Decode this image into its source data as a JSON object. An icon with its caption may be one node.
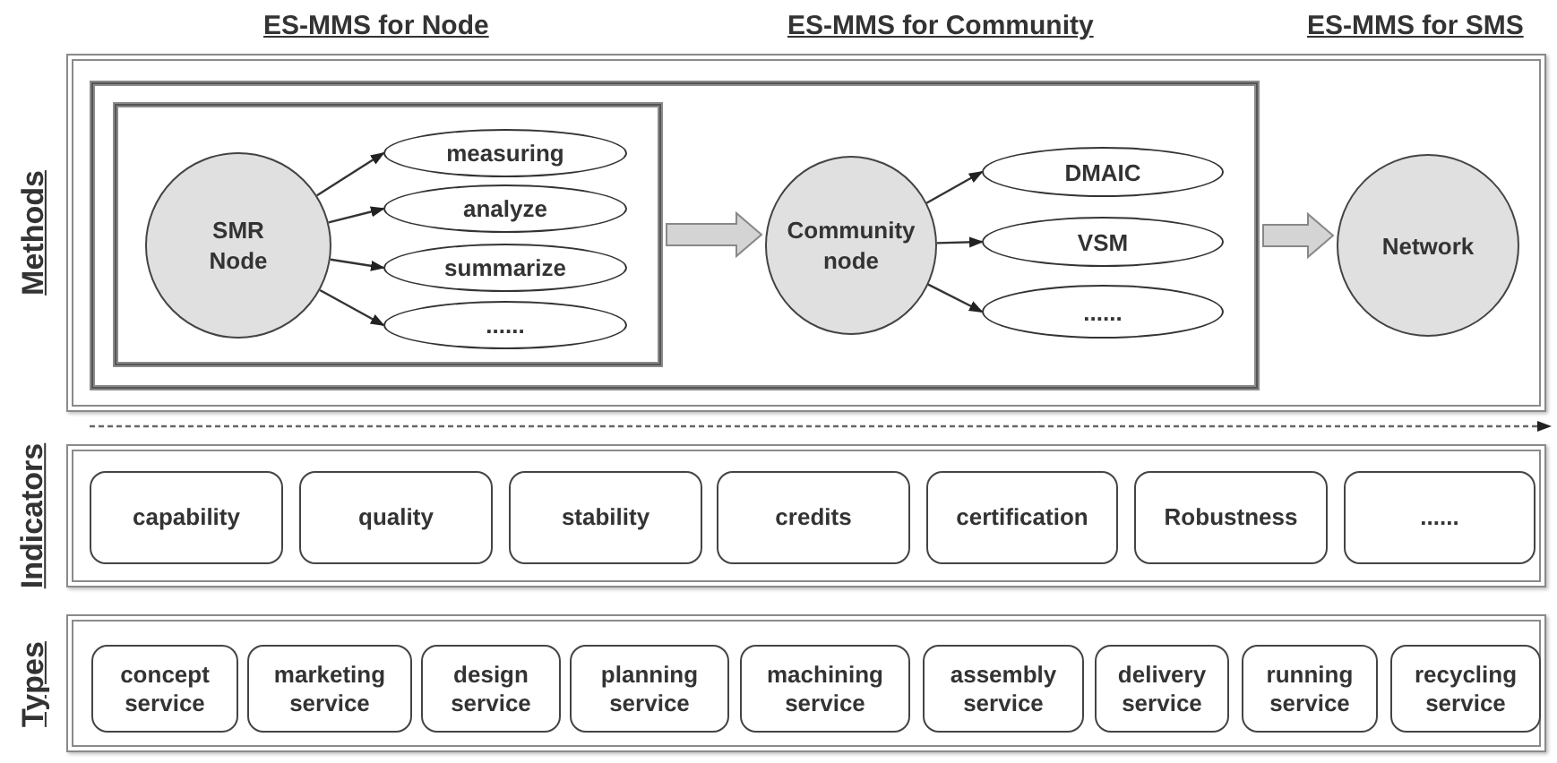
{
  "diagram": {
    "nodes": [
      {
        "text": [
          "Methods"
        ]
      },
      {
        "text": [],
        "shape": "box",
        "in": 0
      },
      {
        "text": [],
        "shape": "box",
        "in": 1
      },
      {
        "text": [
          "SMR Node"
        ],
        "in": 2
      },
      {
        "text": [
          "measuring"
        ],
        "in": 2
      },
      {
        "text": [
          "analyze"
        ],
        "in": 2
      },
      {
        "text": [
          "summarize"
        ],
        "in": 2
      },
      {
        "text": [
          "......"
        ],
        "in": 2
      },
      {
        "text": [
          "Community node"
        ],
        "in": 1
      },
      {
        "text": [
          "DMAIC"
        ],
        "in": 1
      },
      {
        "text": [
          "VSM"
        ],
        "in": 1
      },
      {
        "text": [
          "......"
        ],
        "in": 1
      },
      {
        "text": [
          "Network"
        ],
        "in": 0
      },
      {
        "text": [
          "Indicators"
        ]
      },
      {
        "text": [
          "capability"
        ],
        "in": 13
      },
      {
        "text": [
          "quality"
        ],
        "in": 13
      },
      {
        "text": [
          "stability"
        ],
        "in": 13
      },
      {
        "text": [
          "credits"
        ],
        "in": 13
      },
      {
        "text": [
          "certification"
        ],
        "in": 13
      },
      {
        "text": [
          "Robustness"
        ],
        "in": 13
      },
      {
        "text": [
          "......"
        ],
        "in": 13
      },
      {
        "text": [
          "Types"
        ]
      },
      {
        "text": [
          "concept service"
        ],
        "in": 21
      },
      {
        "text": [
          "marketing service"
        ],
        "in": 21
      },
      {
        "text": [
          "design service"
        ],
        "in": 21
      },
      {
        "text": [
          "planning service"
        ],
        "in": 21
      },
      {
        "text": [
          "machining service"
        ],
        "in": 21
      },
      {
        "text": [
          "assembly service"
        ],
        "in": 21
      },
      {
        "text": [
          "delivery service"
        ],
        "in": 21
      },
      {
        "text": [
          "running service"
        ],
        "in": 21
      },
      {
        "text": [
          "recycling service"
        ],
        "in": 21
      }
    ],
    "edges": [
      {
        "from": 3,
        "to": 4,
        "arrow": "to"
      },
      {
        "from": 3,
        "to": 5,
        "arrow": "to"
      },
      {
        "from": 3,
        "to": 6,
        "arrow": "to"
      },
      {
        "from": 3,
        "to": 7,
        "arrow": "to"
      },
      {
        "from": 2,
        "to": 8,
        "arrow": "to",
        "style": "thick",
        "color": "#d4d4d4"
      },
      {
        "from": 8,
        "to": 9,
        "arrow": "to"
      },
      {
        "from": 8,
        "to": 10,
        "arrow": "to"
      },
      {
        "from": 8,
        "to": 11,
        "arrow": "to"
      },
      {
        "from": 1,
        "to": 12,
        "arrow": "to",
        "style": "thick",
        "color": "#d4d4d4"
      }
    ],
    "labels": [
      "ES-MMS for Node",
      "ES-MMS for Community",
      "ES-MMS for SMS"
    ]
  }
}
